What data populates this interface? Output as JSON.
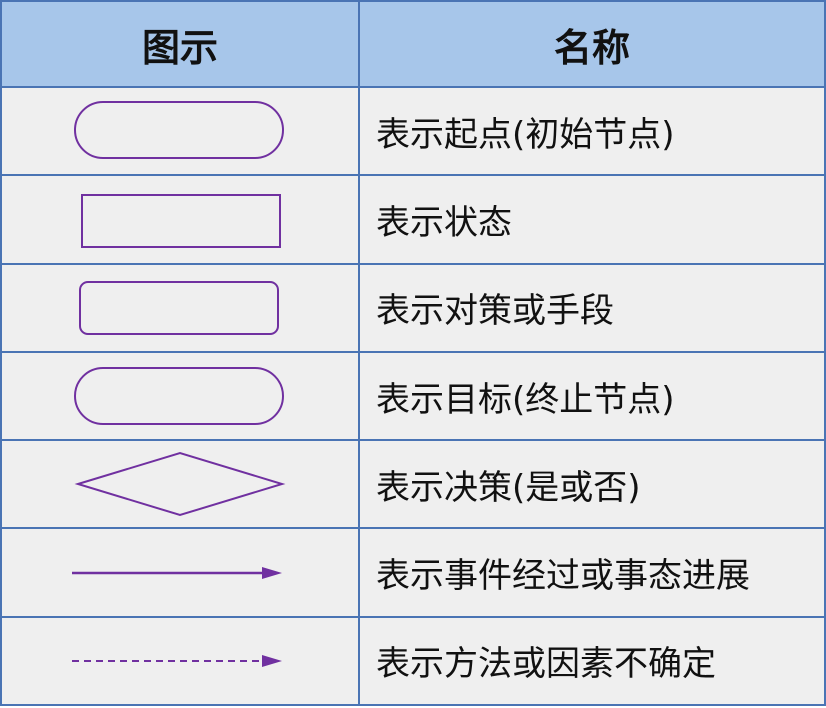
{
  "header": {
    "symbol_label": "图示",
    "name_label": "名称"
  },
  "rows": [
    {
      "symbol": "stadium",
      "label": "表示起点(初始节点)"
    },
    {
      "symbol": "rectangle",
      "label": "表示状态"
    },
    {
      "symbol": "rounded-rectangle",
      "label": "表示对策或手段"
    },
    {
      "symbol": "stadium",
      "label": "表示目标(终止节点)"
    },
    {
      "symbol": "diamond",
      "label": "表示决策(是或否)"
    },
    {
      "symbol": "solid-arrow",
      "label": "表示事件经过或事态进展"
    },
    {
      "symbol": "dashed-arrow",
      "label": "表示方法或因素不确定"
    }
  ],
  "colors": {
    "header_bg": "#a7c6ea",
    "row_bg": "#efefef",
    "border": "#4a74b4",
    "symbol_stroke": "#7030a0"
  }
}
